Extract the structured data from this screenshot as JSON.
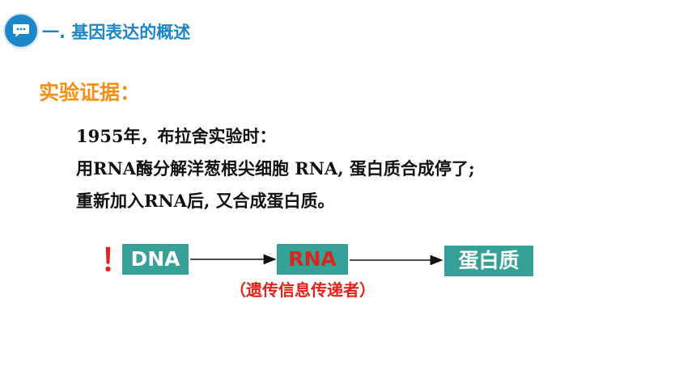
{
  "header": {
    "title": "一. 基因表达的概述"
  },
  "evidence": {
    "title": "实验证据："
  },
  "body": {
    "line1": "1955年，布拉舍实验时：",
    "line2": "用RNA酶分解洋葱根尖细胞 RNA, 蛋白质合成停了;",
    "line3": "重新加入RNA后, 又合成蛋白质。"
  },
  "flow": {
    "mark": "！",
    "dna": "DNA",
    "rna": "RNA",
    "protein": "蛋白质",
    "rna_role": "（遗传信息传递者）"
  },
  "colors": {
    "header_blue": "#1d86c7",
    "evidence_orange": "#f39117",
    "box_teal": "#35a198",
    "emphasis_red": "#e32119"
  }
}
